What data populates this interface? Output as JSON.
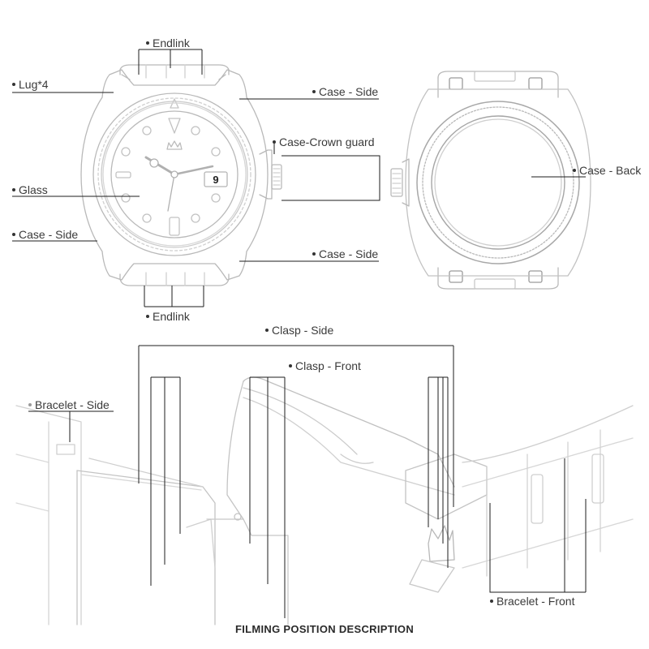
{
  "labels": {
    "endlink_top": "Endlink",
    "lug": "Lug*4",
    "case_side_top_right": "Case - Side",
    "crown_guard": "Case-Crown guard",
    "glass": "Glass",
    "case_back": "Case - Back",
    "case_side_left": "Case - Side",
    "case_side_bottom_right": "Case - Side",
    "endlink_bottom": "Endlink",
    "clasp_side": "Clasp - Side",
    "clasp_front": "Clasp - Front",
    "bracelet_side": "Bracelet - Side",
    "bracelet_front": "Bracelet - Front"
  },
  "dial": {
    "date": "9"
  },
  "caption": "FILMING POSITION DESCRIPTION"
}
